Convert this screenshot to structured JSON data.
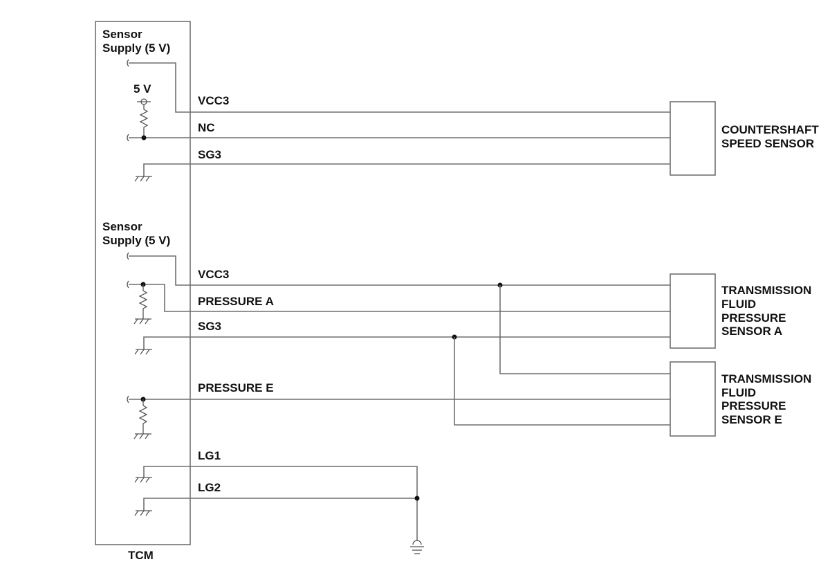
{
  "tcm": {
    "label": "TCM",
    "supply1": [
      "Sensor",
      "Supply (5 V)"
    ],
    "supply2": [
      "Sensor",
      "Supply (5 V)"
    ],
    "five_v": "5 V"
  },
  "wires": {
    "vcc3_top": "VCC3",
    "nc": "NC",
    "sg3_top": "SG3",
    "vcc3_mid": "VCC3",
    "pressure_a": "PRESSURE A",
    "sg3_mid": "SG3",
    "pressure_e": "PRESSURE E",
    "lg1": "LG1",
    "lg2": "LG2"
  },
  "components": {
    "countershaft": [
      "COUNTERSHAFT",
      "SPEED SENSOR"
    ],
    "sensor_a": [
      "TRANSMISSION",
      "FLUID",
      "PRESSURE",
      "SENSOR A"
    ],
    "sensor_e": [
      "TRANSMISSION",
      "FLUID",
      "PRESSURE",
      "SENSOR E"
    ]
  }
}
